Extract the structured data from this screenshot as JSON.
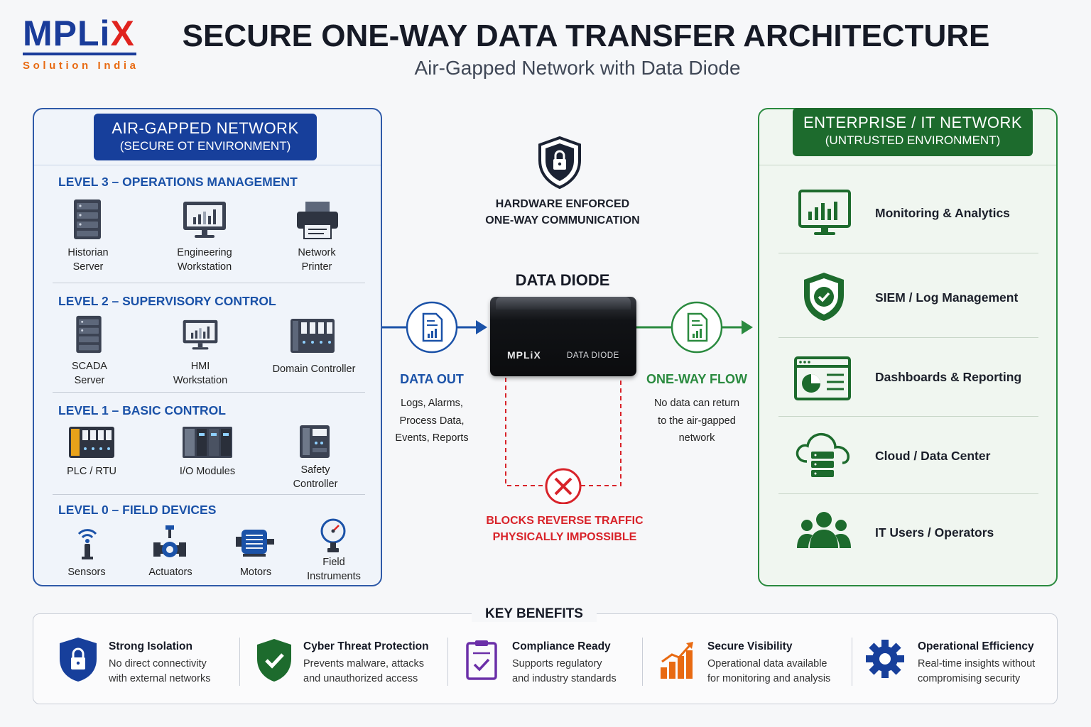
{
  "brand": {
    "name_main": "MPLi",
    "name_accent": "X",
    "tagline": "Solution India"
  },
  "header": {
    "title": "SECURE ONE-WAY DATA TRANSFER ARCHITECTURE",
    "subtitle": "Air-Gapped Network with Data Diode"
  },
  "left_panel": {
    "title": "AIR-GAPPED NETWORK",
    "subtitle": "(SECURE OT ENVIRONMENT)",
    "levels": [
      {
        "title": "LEVEL 3 – OPERATIONS MANAGEMENT",
        "devices": [
          {
            "label1": "Historian",
            "label2": "Server",
            "icon": "server-icon"
          },
          {
            "label1": "Engineering",
            "label2": "Workstation",
            "icon": "workstation-icon"
          },
          {
            "label1": "Network",
            "label2": "Printer",
            "icon": "printer-icon"
          }
        ]
      },
      {
        "title": "LEVEL 2 – SUPERVISORY CONTROL",
        "devices": [
          {
            "label1": "SCADA",
            "label2": "Server",
            "icon": "server-icon"
          },
          {
            "label1": "HMI",
            "label2": "Workstation",
            "icon": "workstation-icon"
          },
          {
            "label1": "Domain Controller",
            "label2": "",
            "icon": "controller-icon"
          }
        ]
      },
      {
        "title": "LEVEL 1 – BASIC CONTROL",
        "devices": [
          {
            "label1": "PLC / RTU",
            "label2": "",
            "icon": "plc-icon"
          },
          {
            "label1": "I/O Modules",
            "label2": "",
            "icon": "io-modules-icon"
          },
          {
            "label1": "Safety",
            "label2": "Controller",
            "icon": "safety-controller-icon"
          }
        ]
      },
      {
        "title": "LEVEL 0 – FIELD DEVICES",
        "devices": [
          {
            "label1": "Sensors",
            "label2": "",
            "icon": "sensor-icon"
          },
          {
            "label1": "Actuators",
            "label2": "",
            "icon": "actuator-icon"
          },
          {
            "label1": "Motors",
            "label2": "",
            "icon": "motor-icon"
          },
          {
            "label1": "Field",
            "label2": "Instruments",
            "icon": "gauge-icon"
          }
        ]
      }
    ]
  },
  "middle": {
    "hardware_line1": "HARDWARE ENFORCED",
    "hardware_line2": "ONE-WAY COMMUNICATION",
    "diode_title": "DATA DIODE",
    "device_brand": "MPLiX",
    "device_name": "DATA DIODE",
    "data_out_title": "DATA OUT",
    "data_out_lines": [
      "Logs, Alarms,",
      "Process Data,",
      "Events, Reports"
    ],
    "one_way_title": "ONE-WAY FLOW",
    "one_way_lines": [
      "No data can return",
      "to the air-gapped",
      "network"
    ],
    "block_line1": "BLOCKS REVERSE TRAFFIC",
    "block_line2": "PHYSICALLY IMPOSSIBLE",
    "colors": {
      "blue": "#1b52a8",
      "green": "#2a8a3f",
      "red": "#d8232a"
    }
  },
  "right_panel": {
    "title": "ENTERPRISE / IT NETWORK",
    "subtitle": "(UNTRUSTED ENVIRONMENT)",
    "items": [
      {
        "label": "Monitoring & Analytics",
        "icon": "monitor-chart-icon"
      },
      {
        "label": "SIEM / Log Management",
        "icon": "shield-check-icon"
      },
      {
        "label": "Dashboards & Reporting",
        "icon": "dashboard-icon"
      },
      {
        "label": "Cloud / Data Center",
        "icon": "cloud-server-icon"
      },
      {
        "label": "IT Users / Operators",
        "icon": "users-icon"
      }
    ]
  },
  "benefits": {
    "title": "KEY BENEFITS",
    "items": [
      {
        "title": "Strong Isolation",
        "line1": "No direct connectivity",
        "line2": "with external networks",
        "icon": "lock-shield-icon"
      },
      {
        "title": "Cyber Threat Protection",
        "line1": "Prevents malware, attacks",
        "line2": "and unauthorized access",
        "icon": "shield-check-icon"
      },
      {
        "title": "Compliance Ready",
        "line1": "Supports regulatory",
        "line2": "and industry standards",
        "icon": "clipboard-check-icon"
      },
      {
        "title": "Secure Visibility",
        "line1": "Operational data available",
        "line2": "for monitoring and analysis",
        "icon": "growth-chart-icon"
      },
      {
        "title": "Operational Efficiency",
        "line1": "Real-time insights without",
        "line2": "compromising security",
        "icon": "gear-icon"
      }
    ]
  }
}
